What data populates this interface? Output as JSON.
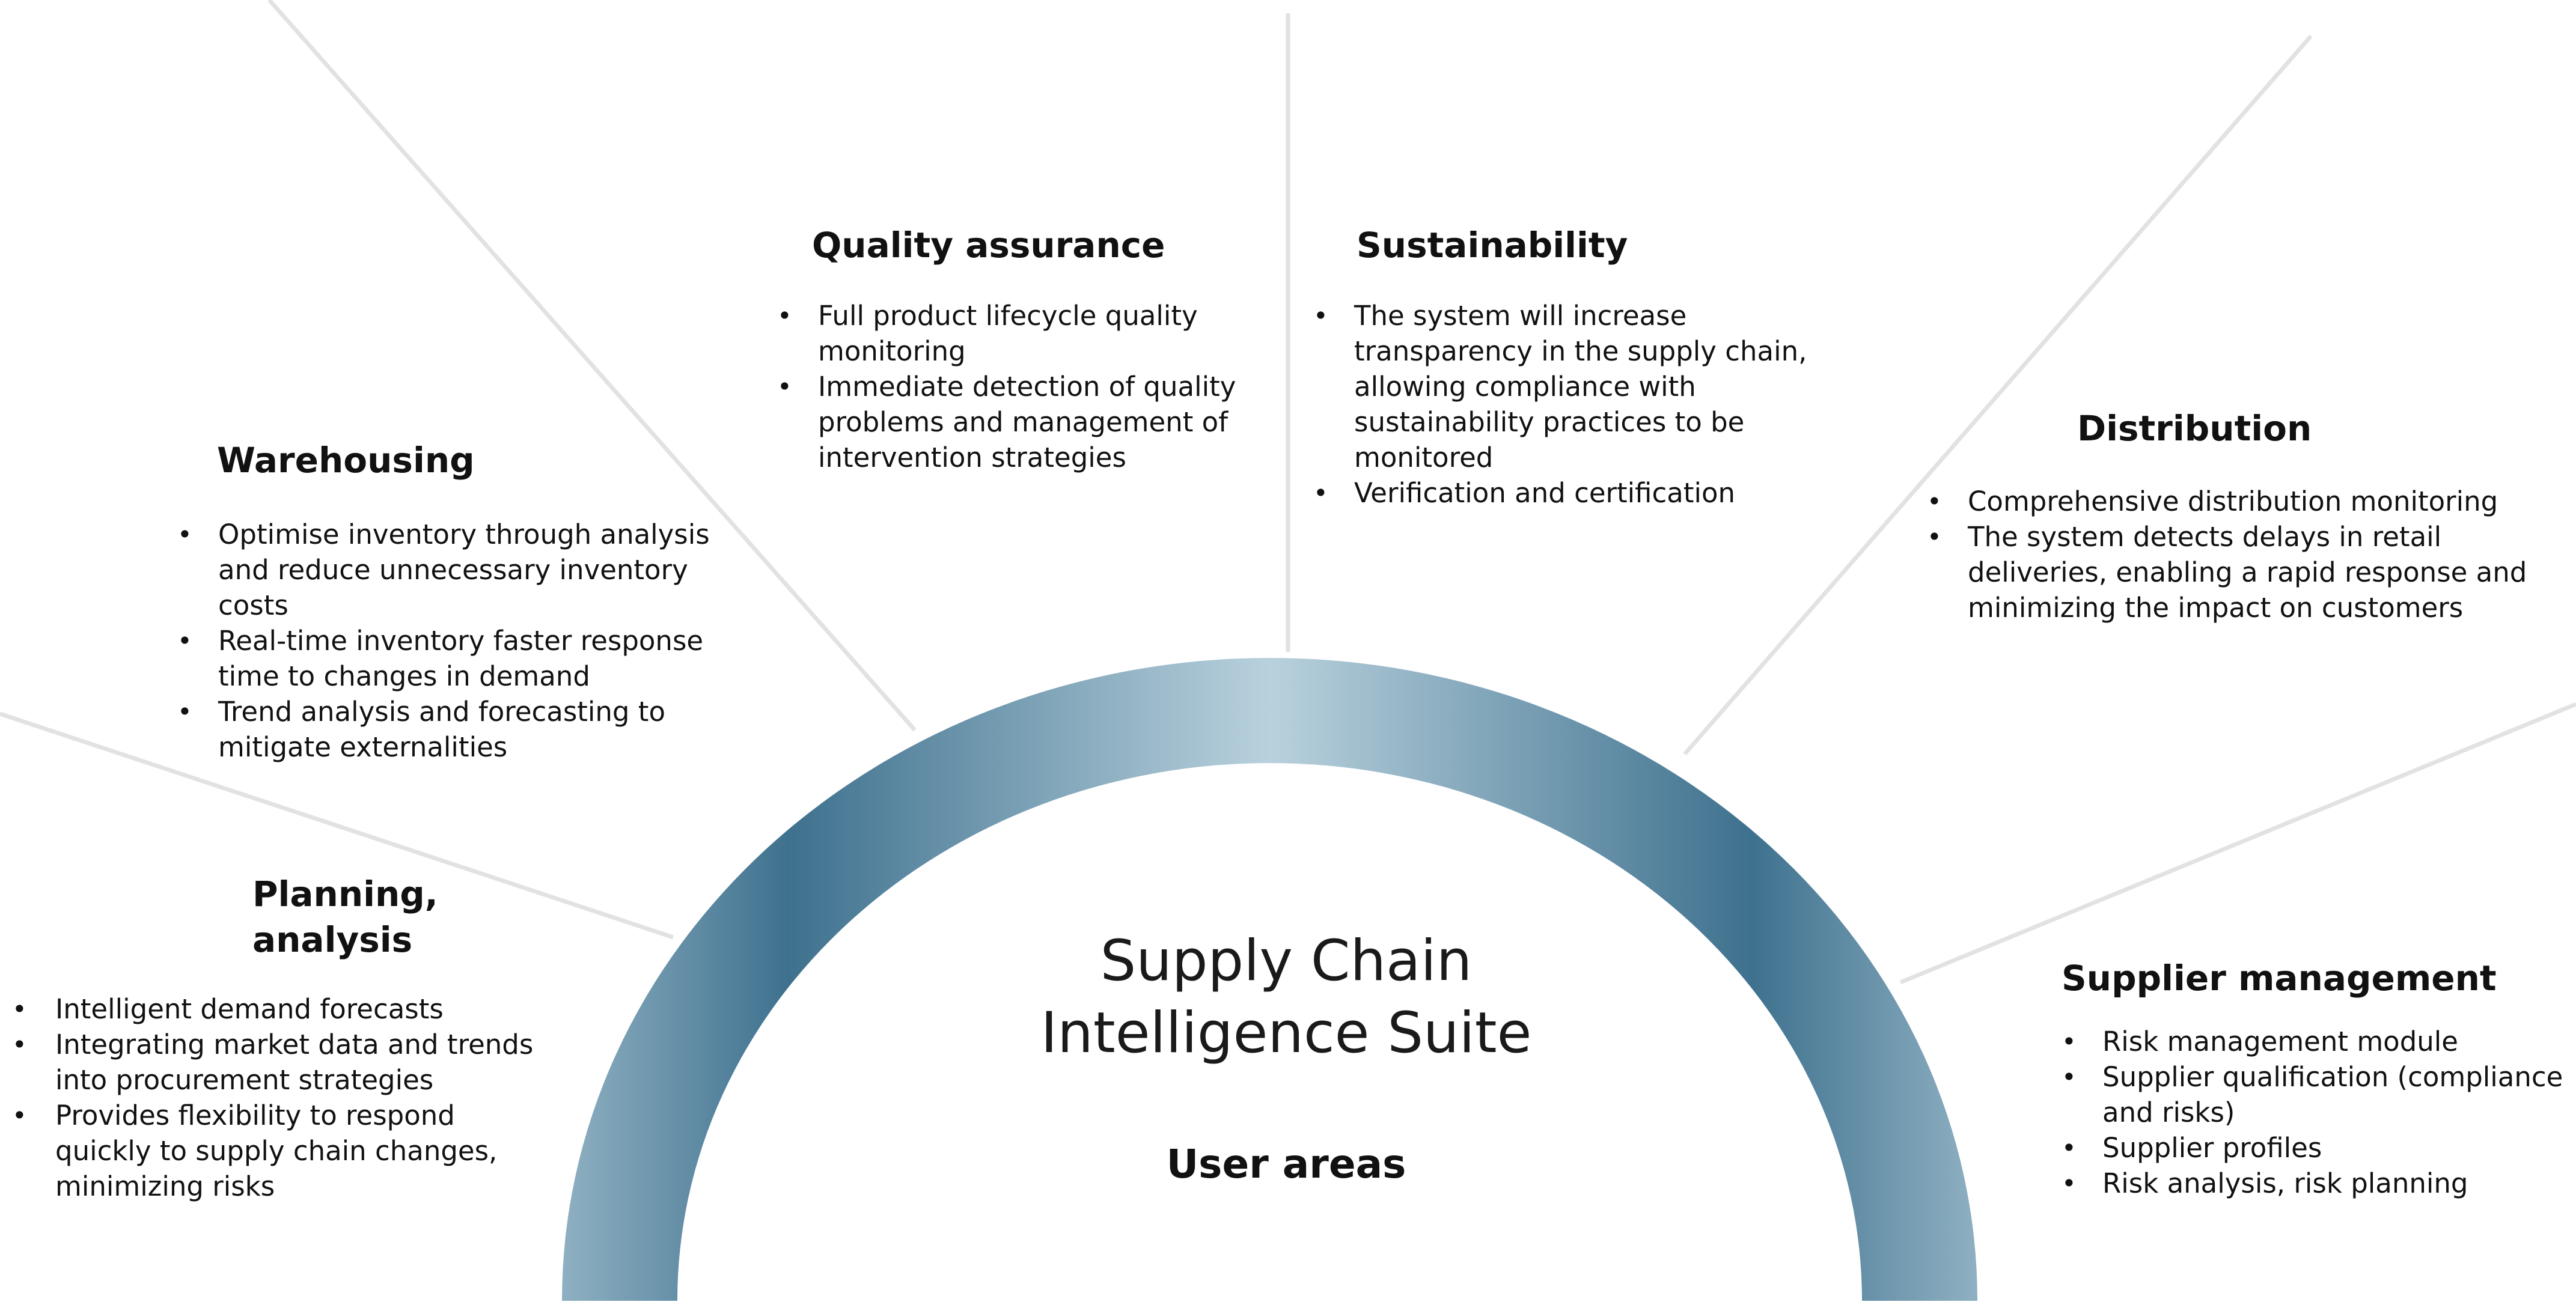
{
  "center": {
    "title": "Supply Chain Intelligence Suite",
    "subtitle": "User areas"
  },
  "sections": {
    "planning": {
      "title_line1": "Planning,",
      "title_line2": "analysis",
      "bullets": [
        "Intelligent demand forecasts",
        "Integrating market data and trends into procurement strategies",
        "Provides flexibility to respond quickly to supply chain changes, minimizing risks"
      ]
    },
    "warehousing": {
      "title": "Warehousing",
      "bullets": [
        "Optimise inventory through analysis and reduce unnecessary inventory costs",
        "Real-time inventory faster response time to changes in demand",
        "Trend analysis and forecasting to mitigate externalities"
      ]
    },
    "quality": {
      "title": "Quality assurance",
      "bullets": [
        "Full product lifecycle quality monitoring",
        "Immediate detection of quality problems and management of intervention strategies"
      ]
    },
    "sustainability": {
      "title": "Sustainability",
      "bullets": [
        "The system will increase transparency in the supply chain, allowing compliance with sustainability practices to be monitored",
        "Verification and certification"
      ]
    },
    "distribution": {
      "title": "Distribution",
      "bullets": [
        "Comprehensive distribution monitoring",
        "The system detects delays in retail deliveries, enabling a rapid response and minimizing the impact on customers"
      ]
    },
    "supplier": {
      "title": "Supplier management",
      "bullets": [
        "Risk management module",
        "Supplier qualification (compliance and risks)",
        "Supplier profiles",
        "Risk analysis, risk planning"
      ]
    }
  },
  "colors": {
    "arc_dark": "#3e718e",
    "arc_light": "#a9c5d3",
    "arc_edge": "#8fb0c2",
    "ray": "#e2e2e2"
  }
}
